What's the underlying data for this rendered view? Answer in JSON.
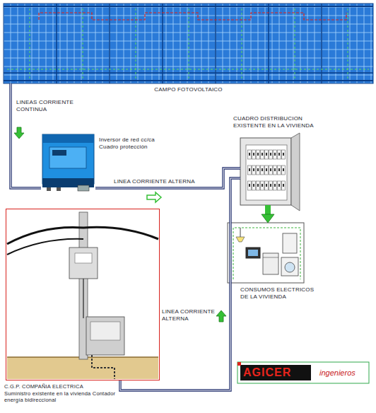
{
  "diagram": {
    "nodes": [
      {
        "text": [
          "CAMPO FOTOVOLTAICO"
        ]
      },
      {
        "text": [
          "Inversor de red cc/ca Cuadro protección"
        ]
      },
      {
        "text": [
          "CUADRO DISTRIBUCION EXISTENTE EN LA VIVIENDA"
        ]
      },
      {
        "text": [
          "CONSUMOS ELECTRICOS DE LA VIVIENDA"
        ]
      },
      {
        "text": [
          "C.G.P. COMPAÑIA ELECTRICA",
          "Suministro existente en la vivienda Contador energía bidireccional"
        ]
      }
    ],
    "edges": [
      {
        "from": 0,
        "to": 1,
        "label": "LINEAS CORRIENTE CONTINUA",
        "arrow": "none"
      },
      {
        "from": 1,
        "to": 2,
        "label": "LINEA CORRIENTE ALTERNA",
        "arrow": "none"
      },
      {
        "from": 4,
        "to": 2,
        "label": "LINEA CORRIENTE ALTERNA",
        "arrow": "none"
      },
      {
        "from": 2,
        "to": 3,
        "arrow": "to"
      }
    ],
    "labels": [
      "AGICER",
      "ingenieros"
    ]
  }
}
